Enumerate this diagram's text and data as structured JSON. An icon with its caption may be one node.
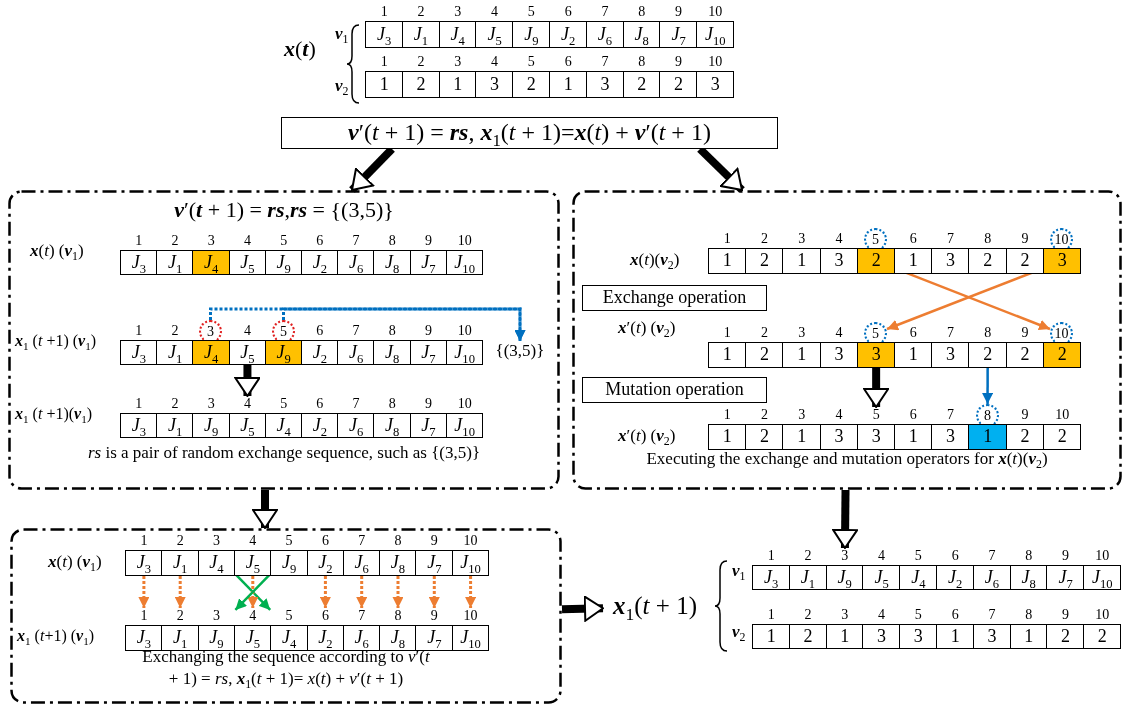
{
  "diagram": {
    "nodes": [
      {
        "text": [
          "*J*$_{3}$"
        ],
        "beside": [
          "1"
        ]
      },
      {
        "text": [
          "*J*$_{1}$"
        ],
        "beside": [
          "2"
        ]
      },
      {
        "text": [
          "*J*$_{4}$"
        ],
        "beside": [
          "3"
        ]
      },
      {
        "text": [
          "*J*$_{5}$"
        ],
        "beside": [
          "4"
        ]
      },
      {
        "text": [
          "*J*$_{9}$"
        ],
        "beside": [
          "5"
        ]
      },
      {
        "text": [
          "*J*$_{2}$"
        ],
        "beside": [
          "6"
        ]
      },
      {
        "text": [
          "*J*$_{6}$"
        ],
        "beside": [
          "7"
        ]
      },
      {
        "text": [
          "*J*$_{8}$"
        ],
        "beside": [
          "8"
        ]
      },
      {
        "text": [
          "*J*$_{7}$"
        ],
        "beside": [
          "9"
        ]
      },
      {
        "text": [
          "*J*$_{10}$"
        ],
        "beside": [
          "10"
        ]
      },
      {
        "text": [
          "1"
        ],
        "beside": [
          "1"
        ]
      },
      {
        "text": [
          "2"
        ],
        "beside": [
          "2"
        ]
      },
      {
        "text": [
          "1"
        ],
        "beside": [
          "3"
        ]
      },
      {
        "text": [
          "3"
        ],
        "beside": [
          "4"
        ]
      },
      {
        "text": [
          "2"
        ],
        "beside": [
          "5"
        ]
      },
      {
        "text": [
          "1"
        ],
        "beside": [
          "6"
        ]
      },
      {
        "text": [
          "3"
        ],
        "beside": [
          "7"
        ]
      },
      {
        "text": [
          "2"
        ],
        "beside": [
          "8"
        ]
      },
      {
        "text": [
          "2"
        ],
        "beside": [
          "9"
        ]
      },
      {
        "text": [
          "3"
        ],
        "beside": [
          "10"
        ]
      },
      {
        "text": [
          "**v**′(*t* + 1) = **rs**, **x**$_{1}$(*t* + 1)=**x**(*t*) + **v**′(*t* + 1)"
        ]
      },
      {
        "text": [
          "**v**′(**t** + 1) = **rs**,**rs** = {(3,5)}",
          "*rs* is a pair of random exchange sequence, such as {(3,5)}"
        ]
      },
      {
        "text": [
          "*J*$_{3}$"
        ],
        "beside": [
          "1"
        ],
        "in": 21
      },
      {
        "text": [
          "*J*$_{1}$"
        ],
        "beside": [
          "2"
        ],
        "in": 21
      },
      {
        "text": [
          "*J*$_{4}$"
        ],
        "beside": [
          "3"
        ],
        "in": 21
      },
      {
        "text": [
          "*J*$_{5}$"
        ],
        "beside": [
          "4"
        ],
        "in": 21
      },
      {
        "text": [
          "*J*$_{9}$"
        ],
        "beside": [
          "5"
        ],
        "in": 21
      },
      {
        "text": [
          "*J*$_{2}$"
        ],
        "beside": [
          "6"
        ],
        "in": 21
      },
      {
        "text": [
          "*J*$_{6}$"
        ],
        "beside": [
          "7"
        ],
        "in": 21
      },
      {
        "text": [
          "*J*$_{8}$"
        ],
        "beside": [
          "8"
        ],
        "in": 21
      },
      {
        "text": [
          "*J*$_{7}$"
        ],
        "beside": [
          "9"
        ],
        "in": 21
      },
      {
        "text": [
          "*J*$_{10}$"
        ],
        "beside": [
          "10"
        ],
        "in": 21
      },
      {
        "text": [
          "3"
        ],
        "in": 21
      },
      {
        "text": [
          "5"
        ],
        "in": 21
      },
      {
        "text": [
          "*J*$_{3}$"
        ],
        "beside": [
          "1"
        ],
        "in": 21
      },
      {
        "text": [
          "*J*$_{1}$"
        ],
        "beside": [
          "2"
        ],
        "in": 21
      },
      {
        "text": [
          "*J*$_{4}$"
        ],
        "in": 21
      },
      {
        "text": [
          "*J*$_{5}$"
        ],
        "beside": [
          "4"
        ],
        "in": 21
      },
      {
        "text": [
          "*J*$_{9}$"
        ],
        "in": 21
      },
      {
        "text": [
          "*J*$_{2}$"
        ],
        "beside": [
          "6"
        ],
        "in": 21
      },
      {
        "text": [
          "*J*$_{6}$"
        ],
        "beside": [
          "7"
        ],
        "in": 21
      },
      {
        "text": [
          "*J*$_{8}$"
        ],
        "beside": [
          "8"
        ],
        "in": 21
      },
      {
        "text": [
          "*J*$_{7}$"
        ],
        "beside": [
          "9"
        ],
        "in": 21
      },
      {
        "text": [
          "*J*$_{10}$"
        ],
        "beside": [
          "10"
        ],
        "in": 21
      },
      {
        "text": [
          "{(3,5)}"
        ],
        "in": 21
      },
      {
        "text": [
          "*J*$_{3}$"
        ],
        "beside": [
          "1"
        ],
        "in": 21
      },
      {
        "text": [
          "*J*$_{1}$"
        ],
        "beside": [
          "2"
        ],
        "in": 21
      },
      {
        "text": [
          "*J*$_{9}$"
        ],
        "beside": [
          "3"
        ],
        "in": 21
      },
      {
        "text": [
          "*J*$_{5}$"
        ],
        "beside": [
          "4"
        ],
        "in": 21
      },
      {
        "text": [
          "*J*$_{4}$"
        ],
        "beside": [
          "5"
        ],
        "in": 21
      },
      {
        "text": [
          "*J*$_{2}$"
        ],
        "beside": [
          "6"
        ],
        "in": 21
      },
      {
        "text": [
          "*J*$_{6}$"
        ],
        "beside": [
          "7"
        ],
        "in": 21
      },
      {
        "text": [
          "*J*$_{8}$"
        ],
        "beside": [
          "8"
        ],
        "in": 21
      },
      {
        "text": [
          "*J*$_{7}$"
        ],
        "beside": [
          "9"
        ],
        "in": 21
      },
      {
        "text": [
          "*J*$_{10}$"
        ],
        "beside": [
          "10"
        ],
        "in": 21
      },
      {
        "text": [
          "Executing the exchange and mutation operators for **x**(*t*)(**v**$_{2}$)"
        ]
      },
      {
        "text": [
          "5"
        ],
        "in": 55
      },
      {
        "text": [
          "10"
        ],
        "in": 55
      },
      {
        "text": [
          "1"
        ],
        "beside": [
          "1"
        ],
        "in": 55
      },
      {
        "text": [
          "2"
        ],
        "beside": [
          "2"
        ],
        "in": 55
      },
      {
        "text": [
          "1"
        ],
        "beside": [
          "3"
        ],
        "in": 55
      },
      {
        "text": [
          "3"
        ],
        "beside": [
          "4"
        ],
        "in": 55
      },
      {
        "text": [
          "2"
        ],
        "in": 55
      },
      {
        "text": [
          "1"
        ],
        "beside": [
          "6"
        ],
        "in": 55
      },
      {
        "text": [
          "3"
        ],
        "beside": [
          "7"
        ],
        "in": 55
      },
      {
        "text": [
          "2"
        ],
        "beside": [
          "8"
        ],
        "in": 55
      },
      {
        "text": [
          "2"
        ],
        "beside": [
          "9"
        ],
        "in": 55
      },
      {
        "text": [
          "3"
        ],
        "in": 55
      },
      {
        "text": [
          "Exchange operation"
        ],
        "in": 55
      },
      {
        "text": [
          "5"
        ],
        "in": 55
      },
      {
        "text": [
          "10"
        ],
        "in": 55
      },
      {
        "text": [
          "1"
        ],
        "beside": [
          "1"
        ],
        "in": 55
      },
      {
        "text": [
          "2"
        ],
        "beside": [
          "2"
        ],
        "in": 55
      },
      {
        "text": [
          "1"
        ],
        "beside": [
          "3"
        ],
        "in": 55
      },
      {
        "text": [
          "3"
        ],
        "beside": [
          "4"
        ],
        "in": 55
      },
      {
        "text": [
          "3"
        ],
        "in": 55
      },
      {
        "text": [
          "1"
        ],
        "beside": [
          "6"
        ],
        "in": 55
      },
      {
        "text": [
          "3"
        ],
        "beside": [
          "7"
        ],
        "in": 55
      },
      {
        "text": [
          "2"
        ],
        "beside": [
          "8"
        ],
        "in": 55
      },
      {
        "text": [
          "2"
        ],
        "beside": [
          "9"
        ],
        "in": 55
      },
      {
        "text": [
          "2"
        ],
        "in": 55
      },
      {
        "text": [
          "Mutation operation"
        ],
        "in": 55
      },
      {
        "text": [
          "8"
        ],
        "in": 55
      },
      {
        "text": [
          "1"
        ],
        "beside": [
          "1"
        ],
        "in": 55
      },
      {
        "text": [
          "2"
        ],
        "beside": [
          "2"
        ],
        "in": 55
      },
      {
        "text": [
          "1"
        ],
        "beside": [
          "3"
        ],
        "in": 55
      },
      {
        "text": [
          "3"
        ],
        "beside": [
          "4"
        ],
        "in": 55
      },
      {
        "text": [
          "3"
        ],
        "beside": [
          "5"
        ],
        "in": 55
      },
      {
        "text": [
          "1"
        ],
        "beside": [
          "6"
        ],
        "in": 55
      },
      {
        "text": [
          "3"
        ],
        "beside": [
          "7"
        ],
        "in": 55
      },
      {
        "text": [
          "1"
        ],
        "in": 55
      },
      {
        "text": [
          "2"
        ],
        "beside": [
          "9"
        ],
        "in": 55
      },
      {
        "text": [
          "2"
        ],
        "beside": [
          "10"
        ],
        "in": 55
      },
      {
        "text": [
          "Exchanging the sequence according to *v*′(*t* + 1) = *rs*, **x**$_{1}$(*t* + 1)= *x*(*t*) + *v*′(*t* + 1)"
        ]
      },
      {
        "text": [
          "*J*$_{3}$"
        ],
        "beside": [
          "1"
        ],
        "in": 93
      },
      {
        "text": [
          "*J*$_{1}$"
        ],
        "beside": [
          "2"
        ],
        "in": 93
      },
      {
        "text": [
          "*J*$_{4}$"
        ],
        "beside": [
          "3"
        ],
        "in": 93
      },
      {
        "text": [
          "*J*$_{5}$"
        ],
        "beside": [
          "4"
        ],
        "in": 93
      },
      {
        "text": [
          "*J*$_{9}$"
        ],
        "beside": [
          "5"
        ],
        "in": 93
      },
      {
        "text": [
          "*J*$_{2}$"
        ],
        "beside": [
          "6"
        ],
        "in": 93
      },
      {
        "text": [
          "*J*$_{6}$"
        ],
        "beside": [
          "7"
        ],
        "in": 93
      },
      {
        "text": [
          "*J*$_{8}$"
        ],
        "beside": [
          "8"
        ],
        "in": 93
      },
      {
        "text": [
          "*J*$_{7}$"
        ],
        "beside": [
          "9"
        ],
        "in": 93
      },
      {
        "text": [
          "*J*$_{10}$"
        ],
        "beside": [
          "10"
        ],
        "in": 93
      },
      {
        "text": [
          "*J*$_{3}$"
        ],
        "beside": [
          "1"
        ],
        "in": 93
      },
      {
        "text": [
          "*J*$_{1}$"
        ],
        "beside": [
          "2"
        ],
        "in": 93
      },
      {
        "text": [
          "*J*$_{9}$"
        ],
        "beside": [
          "3"
        ],
        "in": 93
      },
      {
        "text": [
          "*J*$_{5}$"
        ],
        "beside": [
          "4"
        ],
        "in": 93
      },
      {
        "text": [
          "*J*$_{4}$"
        ],
        "beside": [
          "5"
        ],
        "in": 93
      },
      {
        "text": [
          "*J*$_{2}$"
        ],
        "beside": [
          "6"
        ],
        "in": 93
      },
      {
        "text": [
          "*J*$_{6}$"
        ],
        "beside": [
          "7"
        ],
        "in": 93
      },
      {
        "text": [
          "*J*$_{8}$"
        ],
        "beside": [
          "8"
        ],
        "in": 93
      },
      {
        "text": [
          "*J*$_{7}$"
        ],
        "beside": [
          "9"
        ],
        "in": 93
      },
      {
        "text": [
          "*J*$_{10}$"
        ],
        "beside": [
          "10"
        ],
        "in": 93
      },
      {
        "text": [
          "**x**$_{1}$(*t* + 1)"
        ]
      },
      {
        "text": [
          "*J*$_{3}$"
        ],
        "beside": [
          "1"
        ]
      },
      {
        "text": [
          "*J*$_{1}$"
        ],
        "beside": [
          "2"
        ]
      },
      {
        "text": [
          "*J*$_{9}$"
        ],
        "beside": [
          "3"
        ]
      },
      {
        "text": [
          "*J*$_{5}$"
        ],
        "beside": [
          "4"
        ]
      },
      {
        "text": [
          "*J*$_{4}$"
        ],
        "beside": [
          "5"
        ]
      },
      {
        "text": [
          "*J*$_{2}$"
        ],
        "beside": [
          "6"
        ]
      },
      {
        "text": [
          "*J*$_{6}$"
        ],
        "beside": [
          "7"
        ]
      },
      {
        "text": [
          "*J*$_{8}$"
        ],
        "beside": [
          "8"
        ]
      },
      {
        "text": [
          "*J*$_{7}$"
        ],
        "beside": [
          "9"
        ]
      },
      {
        "text": [
          "*J*$_{10}$"
        ],
        "beside": [
          "10"
        ]
      },
      {
        "text": [
          "1"
        ],
        "beside": [
          "1"
        ]
      },
      {
        "text": [
          "2"
        ],
        "beside": [
          "2"
        ]
      },
      {
        "text": [
          "1"
        ],
        "beside": [
          "3"
        ]
      },
      {
        "text": [
          "3"
        ],
        "beside": [
          "4"
        ]
      },
      {
        "text": [
          "3"
        ],
        "beside": [
          "5"
        ]
      },
      {
        "text": [
          "1"
        ],
        "beside": [
          "6"
        ]
      },
      {
        "text": [
          "3"
        ],
        "beside": [
          "7"
        ]
      },
      {
        "text": [
          "1"
        ],
        "beside": [
          "8"
        ]
      },
      {
        "text": [
          "2"
        ],
        "beside": [
          "9"
        ]
      },
      {
        "text": [
          "2"
        ],
        "beside": [
          "10"
        ]
      }
    ],
    "edges": [
      {
        "from": 20,
        "to": 21,
        "arrow": "to",
        "style": "thick",
        "color": "#000000"
      },
      {
        "from": 20,
        "to": 55,
        "arrow": "to",
        "style": "thick",
        "color": "#000000"
      },
      {
        "from": 32,
        "to": 44,
        "arrow": "to",
        "style": "dashed",
        "color": "#0070c0"
      },
      {
        "from": 33,
        "to": 44,
        "arrow": "to",
        "style": "dashed",
        "color": "#0070c0"
      },
      {
        "from": 37,
        "to": 48,
        "arrow": "to",
        "style": "thick",
        "color": "#000000"
      },
      {
        "from": 62,
        "to": 70,
        "arrow": "to",
        "color": "#ed7d31"
      },
      {
        "from": 67,
        "to": 69,
        "arrow": "to",
        "color": "#ed7d31"
      },
      {
        "from": 75,
        "to": 87,
        "arrow": "to",
        "style": "thick",
        "color": "#000000"
      },
      {
        "from": 78,
        "to": 82,
        "arrow": "to",
        "color": "#0070c0"
      },
      {
        "from": 21,
        "to": 93,
        "arrow": "to",
        "style": "thick",
        "color": "#000000"
      },
      {
        "from": 55,
        "to": 117,
        "arrow": "to",
        "style": "thick",
        "color": "#000000"
      },
      {
        "from": 94,
        "to": 104,
        "arrow": "to",
        "style": "dashed",
        "color": "#ed7d31"
      },
      {
        "from": 95,
        "to": 105,
        "arrow": "to",
        "style": "dashed",
        "color": "#ed7d31"
      },
      {
        "from": 96,
        "to": 108,
        "arrow": "to",
        "color": "#00b050"
      },
      {
        "from": 97,
        "to": 107,
        "arrow": "to",
        "style": "dashed",
        "color": "#ed7d31"
      },
      {
        "from": 98,
        "to": 106,
        "arrow": "to",
        "color": "#00b050"
      },
      {
        "from": 99,
        "to": 109,
        "arrow": "to",
        "style": "dashed",
        "color": "#ed7d31"
      },
      {
        "from": 100,
        "to": 110,
        "arrow": "to",
        "style": "dashed",
        "color": "#ed7d31"
      },
      {
        "from": 101,
        "to": 111,
        "arrow": "to",
        "style": "dashed",
        "color": "#ed7d31"
      },
      {
        "from": 102,
        "to": 112,
        "arrow": "to",
        "style": "dashed",
        "color": "#ed7d31"
      },
      {
        "from": 103,
        "to": 113,
        "arrow": "to",
        "style": "dashed",
        "color": "#ed7d31"
      },
      {
        "from": 93,
        "to": 114,
        "arrow": "to",
        "style": "thick",
        "color": "#000000"
      }
    ],
    "labels": [
      "**x**(**t**)",
      "**v**$_{1}$",
      "**v**$_{2}$",
      "**x**(*t*) (**v**$_{1}$)",
      "**x**$_{1}$ (*t* +1) (**v**$_{1}$)",
      "**x**$_{1}$ (*t* +1)(**v**$_{1}$)",
      "**x**(*t*)(**v**$_{2}$)",
      "**x**′(*t*) (**v**$_{2}$)",
      "**x**′(*t*) (**v**$_{2}$)",
      "**x**(*t*) (**v**$_{1}$)",
      "**x**$_{1}$ (*t*+1) (**v**$_{1}$)",
      "**v**$_{1}$",
      "**v**$_{2}$"
    ]
  }
}
